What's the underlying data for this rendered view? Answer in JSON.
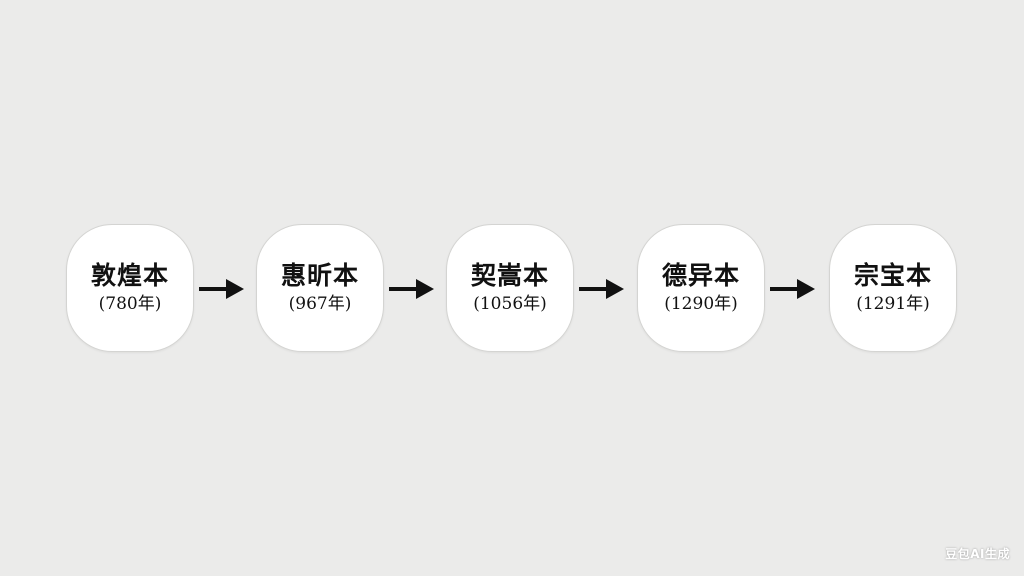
{
  "nodes": [
    {
      "title": "敦煌本",
      "year": "(780年)"
    },
    {
      "title": "惠昕本",
      "year": "(967年)"
    },
    {
      "title": "契嵩本",
      "year": "(1056年)"
    },
    {
      "title": "德异本",
      "year": "(1290年)"
    },
    {
      "title": "宗宝本",
      "year": "(1291年)"
    }
  ],
  "watermark": "豆包AI生成",
  "colors": {
    "background": "#ebebea",
    "node_fill": "#ffffff",
    "node_border": "#d4d4d2",
    "text": "#111111",
    "arrow": "#111111"
  }
}
